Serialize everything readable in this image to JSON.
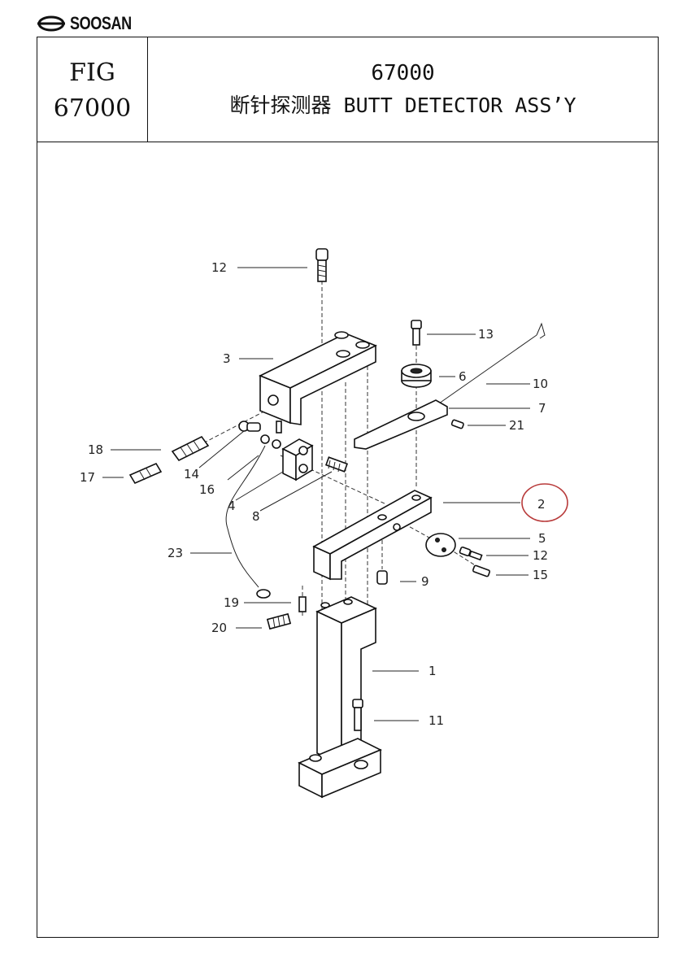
{
  "brand": {
    "name": "SOOSAN",
    "logo_icon": "soosan-logo-icon"
  },
  "header": {
    "fig_label": "FIG",
    "fig_number": "67000",
    "title_number": "67000",
    "title_text": "断针探测器  BUTT DETECTOR ASS’Y"
  },
  "callouts": [
    {
      "id": "c12a",
      "text": "12"
    },
    {
      "id": "c13",
      "text": "13"
    },
    {
      "id": "c3",
      "text": "3"
    },
    {
      "id": "c6",
      "text": "6"
    },
    {
      "id": "c10",
      "text": "10"
    },
    {
      "id": "c7",
      "text": "7"
    },
    {
      "id": "c21",
      "text": "21"
    },
    {
      "id": "c18",
      "text": "18"
    },
    {
      "id": "c14",
      "text": "14"
    },
    {
      "id": "c17",
      "text": "17"
    },
    {
      "id": "c16",
      "text": "16"
    },
    {
      "id": "c4",
      "text": "4"
    },
    {
      "id": "c8",
      "text": "8"
    },
    {
      "id": "c2",
      "text": "2"
    },
    {
      "id": "c5",
      "text": "5"
    },
    {
      "id": "c12b",
      "text": "12"
    },
    {
      "id": "c15",
      "text": "15"
    },
    {
      "id": "c23",
      "text": "23"
    },
    {
      "id": "c9",
      "text": "9"
    },
    {
      "id": "c19",
      "text": "19"
    },
    {
      "id": "c20",
      "text": "20"
    },
    {
      "id": "c1",
      "text": "1"
    },
    {
      "id": "c11",
      "text": "11"
    }
  ],
  "highlight": {
    "part": "2",
    "color": "#b83a3a"
  }
}
